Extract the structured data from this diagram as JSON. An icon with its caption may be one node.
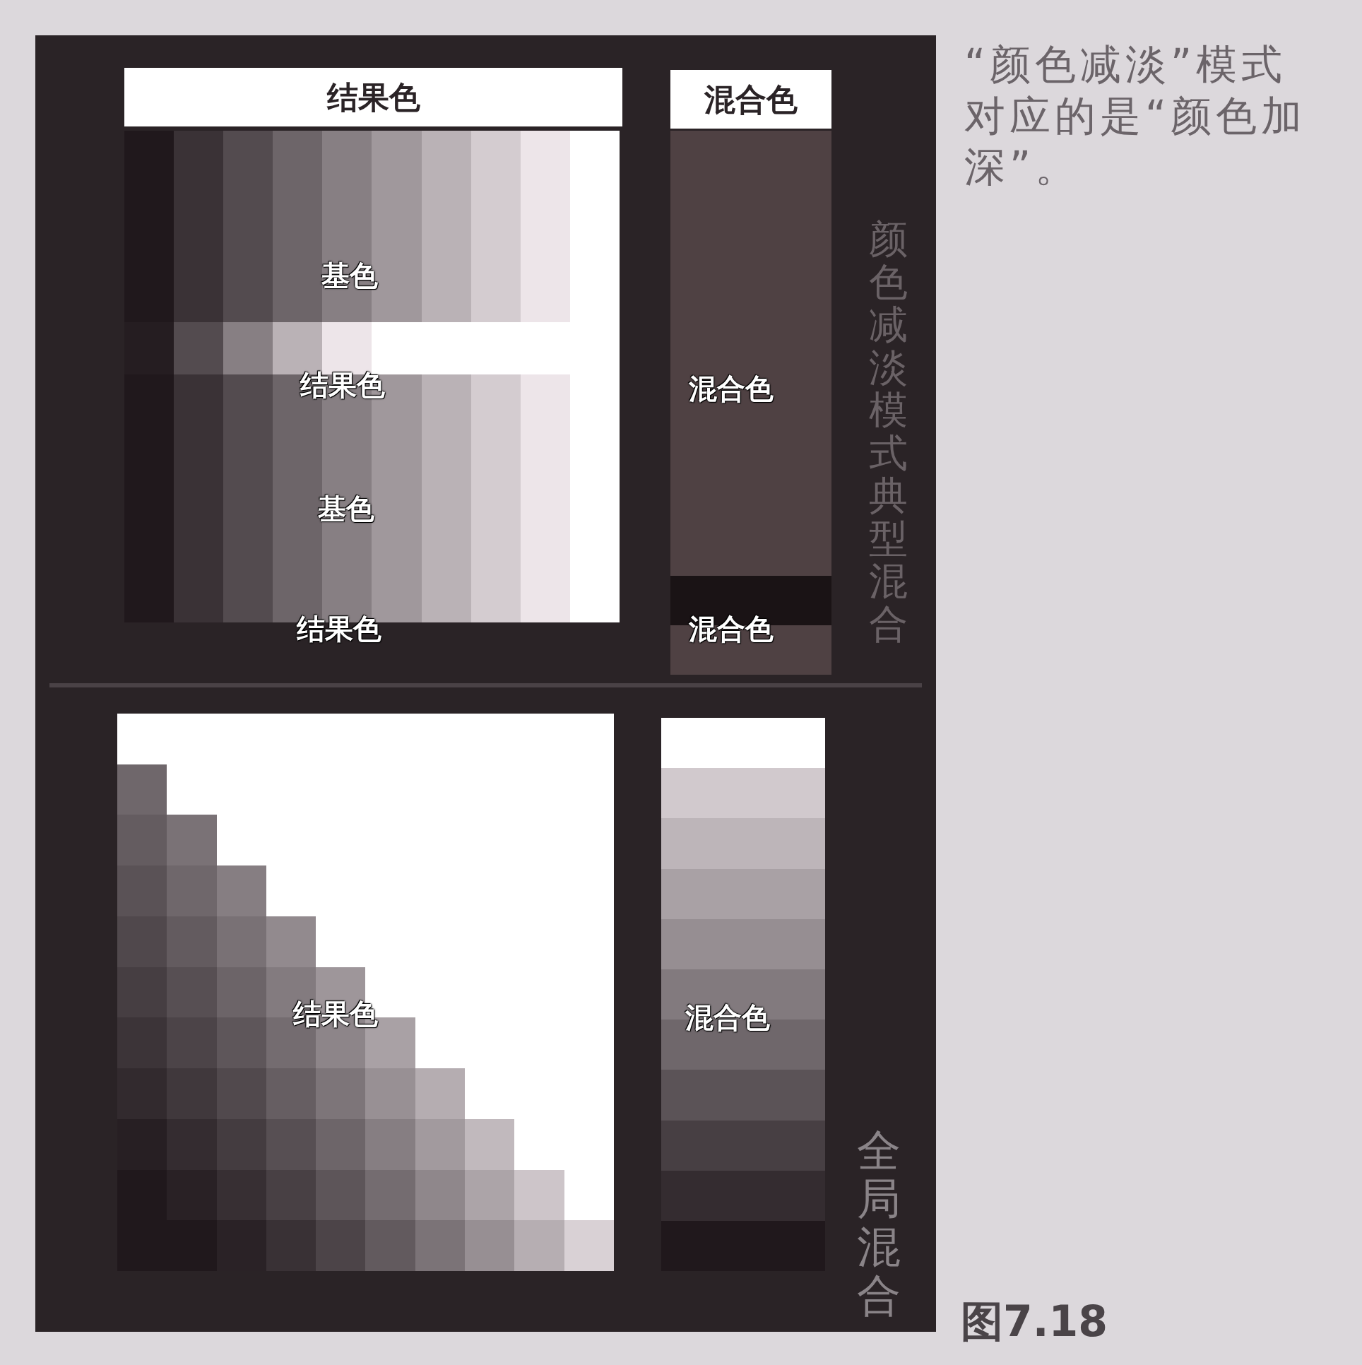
{
  "diagram": {
    "caption": "图7.18",
    "nodes": [
      {
        "text": [
          "结果色"
        ]
      },
      {
        "text": [
          "混合色"
        ]
      }
    ],
    "labels": [
      "“颜色减淡”模式对应的是“颜色加深”。",
      "基色",
      "结果色",
      "混合色",
      "基色",
      "结果色",
      "混合色",
      "颜色减淡模式典型混合",
      "结果色",
      "混合色",
      "全局混合"
    ]
  }
}
